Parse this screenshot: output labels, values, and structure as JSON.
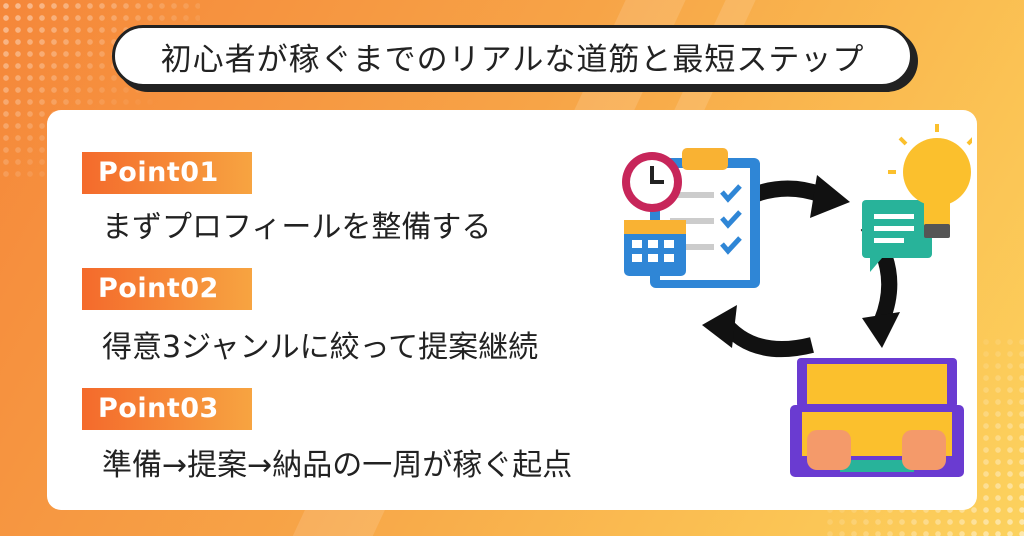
{
  "title": "初心者が稼ぐまでのリアルな道筋と最短ステップ",
  "points": [
    {
      "badge": "Point01",
      "text": "まずプロフィールを整備する"
    },
    {
      "badge": "Point02",
      "text": "得意3ジャンルに絞って提案継続"
    },
    {
      "badge": "Point03",
      "text": "準備→提案→納品の一周が稼ぐ起点"
    }
  ],
  "illustration": {
    "icons": [
      "clock-icon",
      "clipboard-checklist-icon",
      "calendar-icon",
      "lightbulb-icon",
      "speech-bubble-icon",
      "laptop-icon",
      "cycle-arrows-icon"
    ]
  },
  "colors": {
    "accent_orange": "#f46a2c",
    "background_start": "#f5873a",
    "background_end": "#fcd25e",
    "laptop_purple": "#6a3bd1",
    "screen_yellow": "#fbc02d",
    "clipboard_blue": "#2f86d6"
  }
}
